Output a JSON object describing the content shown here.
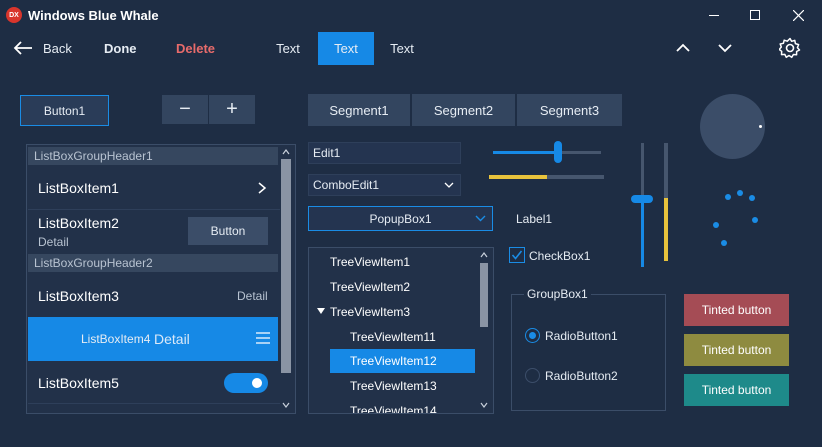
{
  "window": {
    "title": "Windows Blue Whale",
    "logo_text": "DX"
  },
  "toolbar": {
    "back_label": "Back",
    "done_label": "Done",
    "delete_label": "Delete",
    "tabs": [
      "Text",
      "Text",
      "Text"
    ],
    "active_tab": 1
  },
  "controls": {
    "button1_label": "Button1",
    "spin_minus": "−",
    "spin_plus": "+",
    "segments": [
      "Segment1",
      "Segment2",
      "Segment3"
    ],
    "active_segment": 1
  },
  "listbox": {
    "header1": "ListBoxGroupHeader1",
    "header2": "ListBoxGroupHeader2",
    "item1": "ListBoxItem1",
    "item2": "ListBoxItem2",
    "item2_detail": "Detail",
    "item2_button": "Button",
    "item3": "ListBoxItem3",
    "item3_detail": "Detail",
    "item4": "ListBoxItem4",
    "item4_detail": "Detail",
    "item5": "ListBoxItem5",
    "item5_toggle_on": true
  },
  "editors": {
    "edit1": "Edit1",
    "combo1": "ComboEdit1",
    "popup1": "PopupBox1",
    "label1": "Label1",
    "checkbox1": "CheckBox1",
    "checkbox1_checked": true
  },
  "sliders": {
    "horizontal_value": 0.6,
    "horizontal_progress": 0.5,
    "vertical_value": 0.55,
    "vertical_progress": 0.53
  },
  "tree": {
    "items": [
      "TreeViewItem1",
      "TreeViewItem2",
      "TreeViewItem3",
      "TreeViewItem11",
      "TreeViewItem12",
      "TreeViewItem13",
      "TreeViewItem14"
    ],
    "selected": "TreeViewItem12"
  },
  "groupbox": {
    "title": "GroupBox1",
    "radio1": "RadioButton1",
    "radio2": "RadioButton2",
    "selected": "RadioButton1"
  },
  "tinted_buttons": [
    {
      "label": "Tinted button",
      "color": "#a54c55"
    },
    {
      "label": "Tinted button",
      "color": "#8e8b40"
    },
    {
      "label": "Tinted button",
      "color": "#1e8a8a"
    }
  ],
  "colors": {
    "accent": "#1689e6",
    "background": "#1e2d44",
    "delete": "#e86b6b",
    "progress": "#e8c33c"
  }
}
